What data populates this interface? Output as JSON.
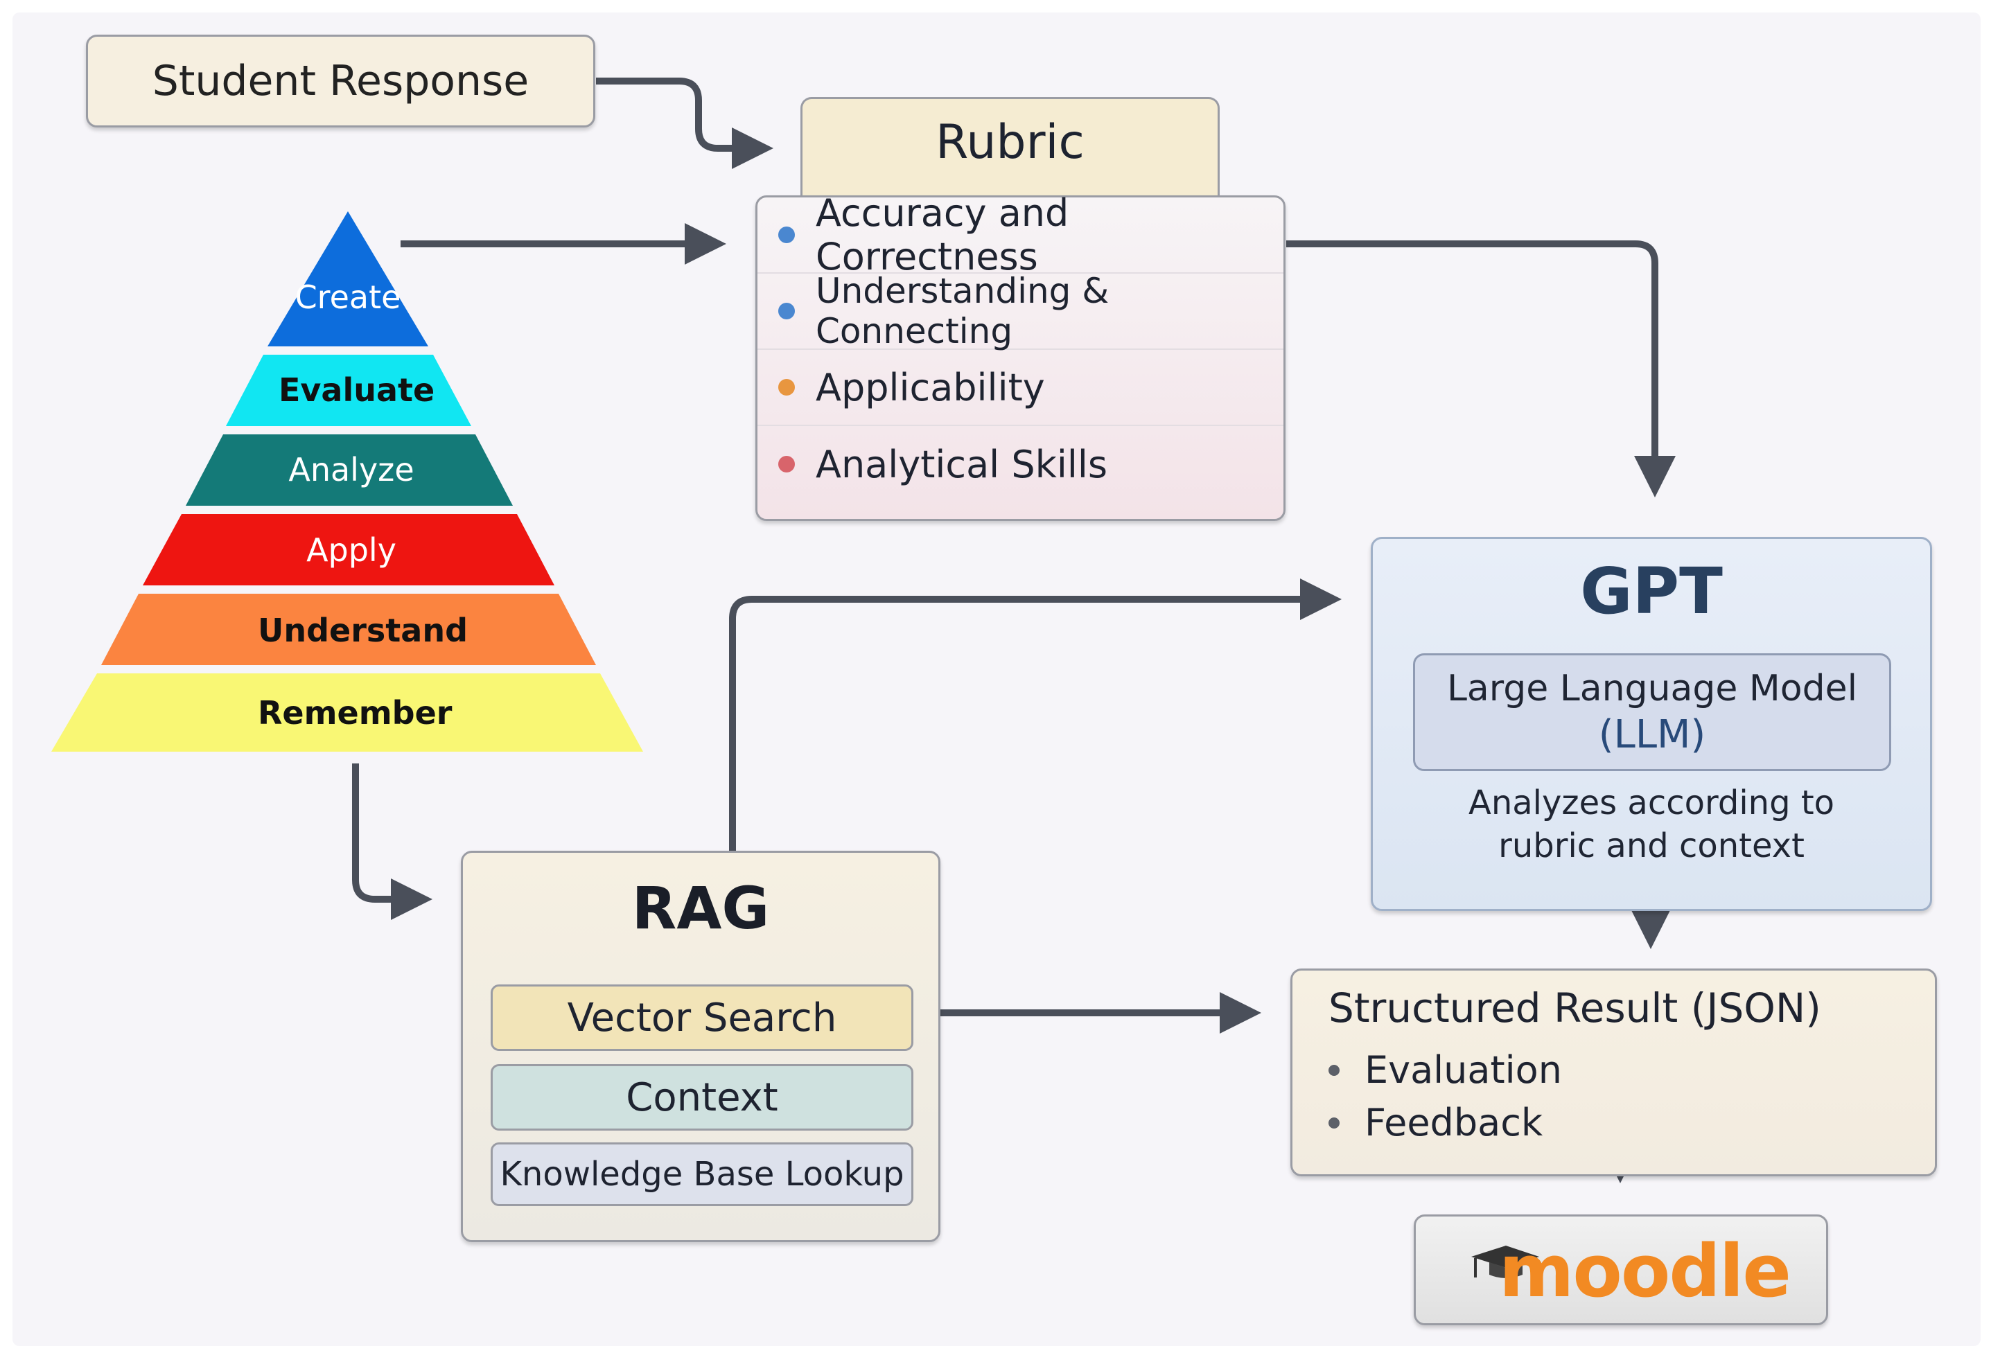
{
  "student_response": {
    "label": "Student Response"
  },
  "rubric": {
    "title": "Rubric",
    "items": [
      {
        "label": "Accuracy and Correctness",
        "color": "#4a87d0"
      },
      {
        "label": "Understanding & Connecting",
        "color": "#4a87d0"
      },
      {
        "label": "Applicability",
        "color": "#e8963f"
      },
      {
        "label": "Analytical Skills",
        "color": "#d8646b"
      }
    ]
  },
  "blooms_pyramid": {
    "levels": [
      {
        "label": "Create",
        "color": "#0d6ddc",
        "text_color": "#ffffff"
      },
      {
        "label": "Evaluate",
        "color": "#11e6f2",
        "text_color": "#111111"
      },
      {
        "label": "Analyze",
        "color": "#147a78",
        "text_color": "#ffffff"
      },
      {
        "label": "Apply",
        "color": "#ee1511",
        "text_color": "#ffffff"
      },
      {
        "label": "Understand",
        "color": "#fb8440",
        "text_color": "#111111"
      },
      {
        "label": "Remember",
        "color": "#f9f774",
        "text_color": "#111111"
      }
    ]
  },
  "gpt": {
    "title": "GPT",
    "model_line1": "Large Language Model",
    "model_line2": "(LLM)",
    "desc_line1": "Analyzes according to",
    "desc_line2": "rubric and context"
  },
  "rag": {
    "title": "RAG",
    "items": [
      "Vector Search",
      "Context",
      "Knowledge Base Lookup"
    ]
  },
  "result": {
    "title": "Structured Result (JSON)",
    "items": [
      "Evaluation",
      "Feedback"
    ]
  },
  "moodle": {
    "label": "moodle"
  },
  "colors": {
    "arrow": "#4a4f5a",
    "gpt_title": "#28405f",
    "moodle_orange": "#f28a23"
  }
}
